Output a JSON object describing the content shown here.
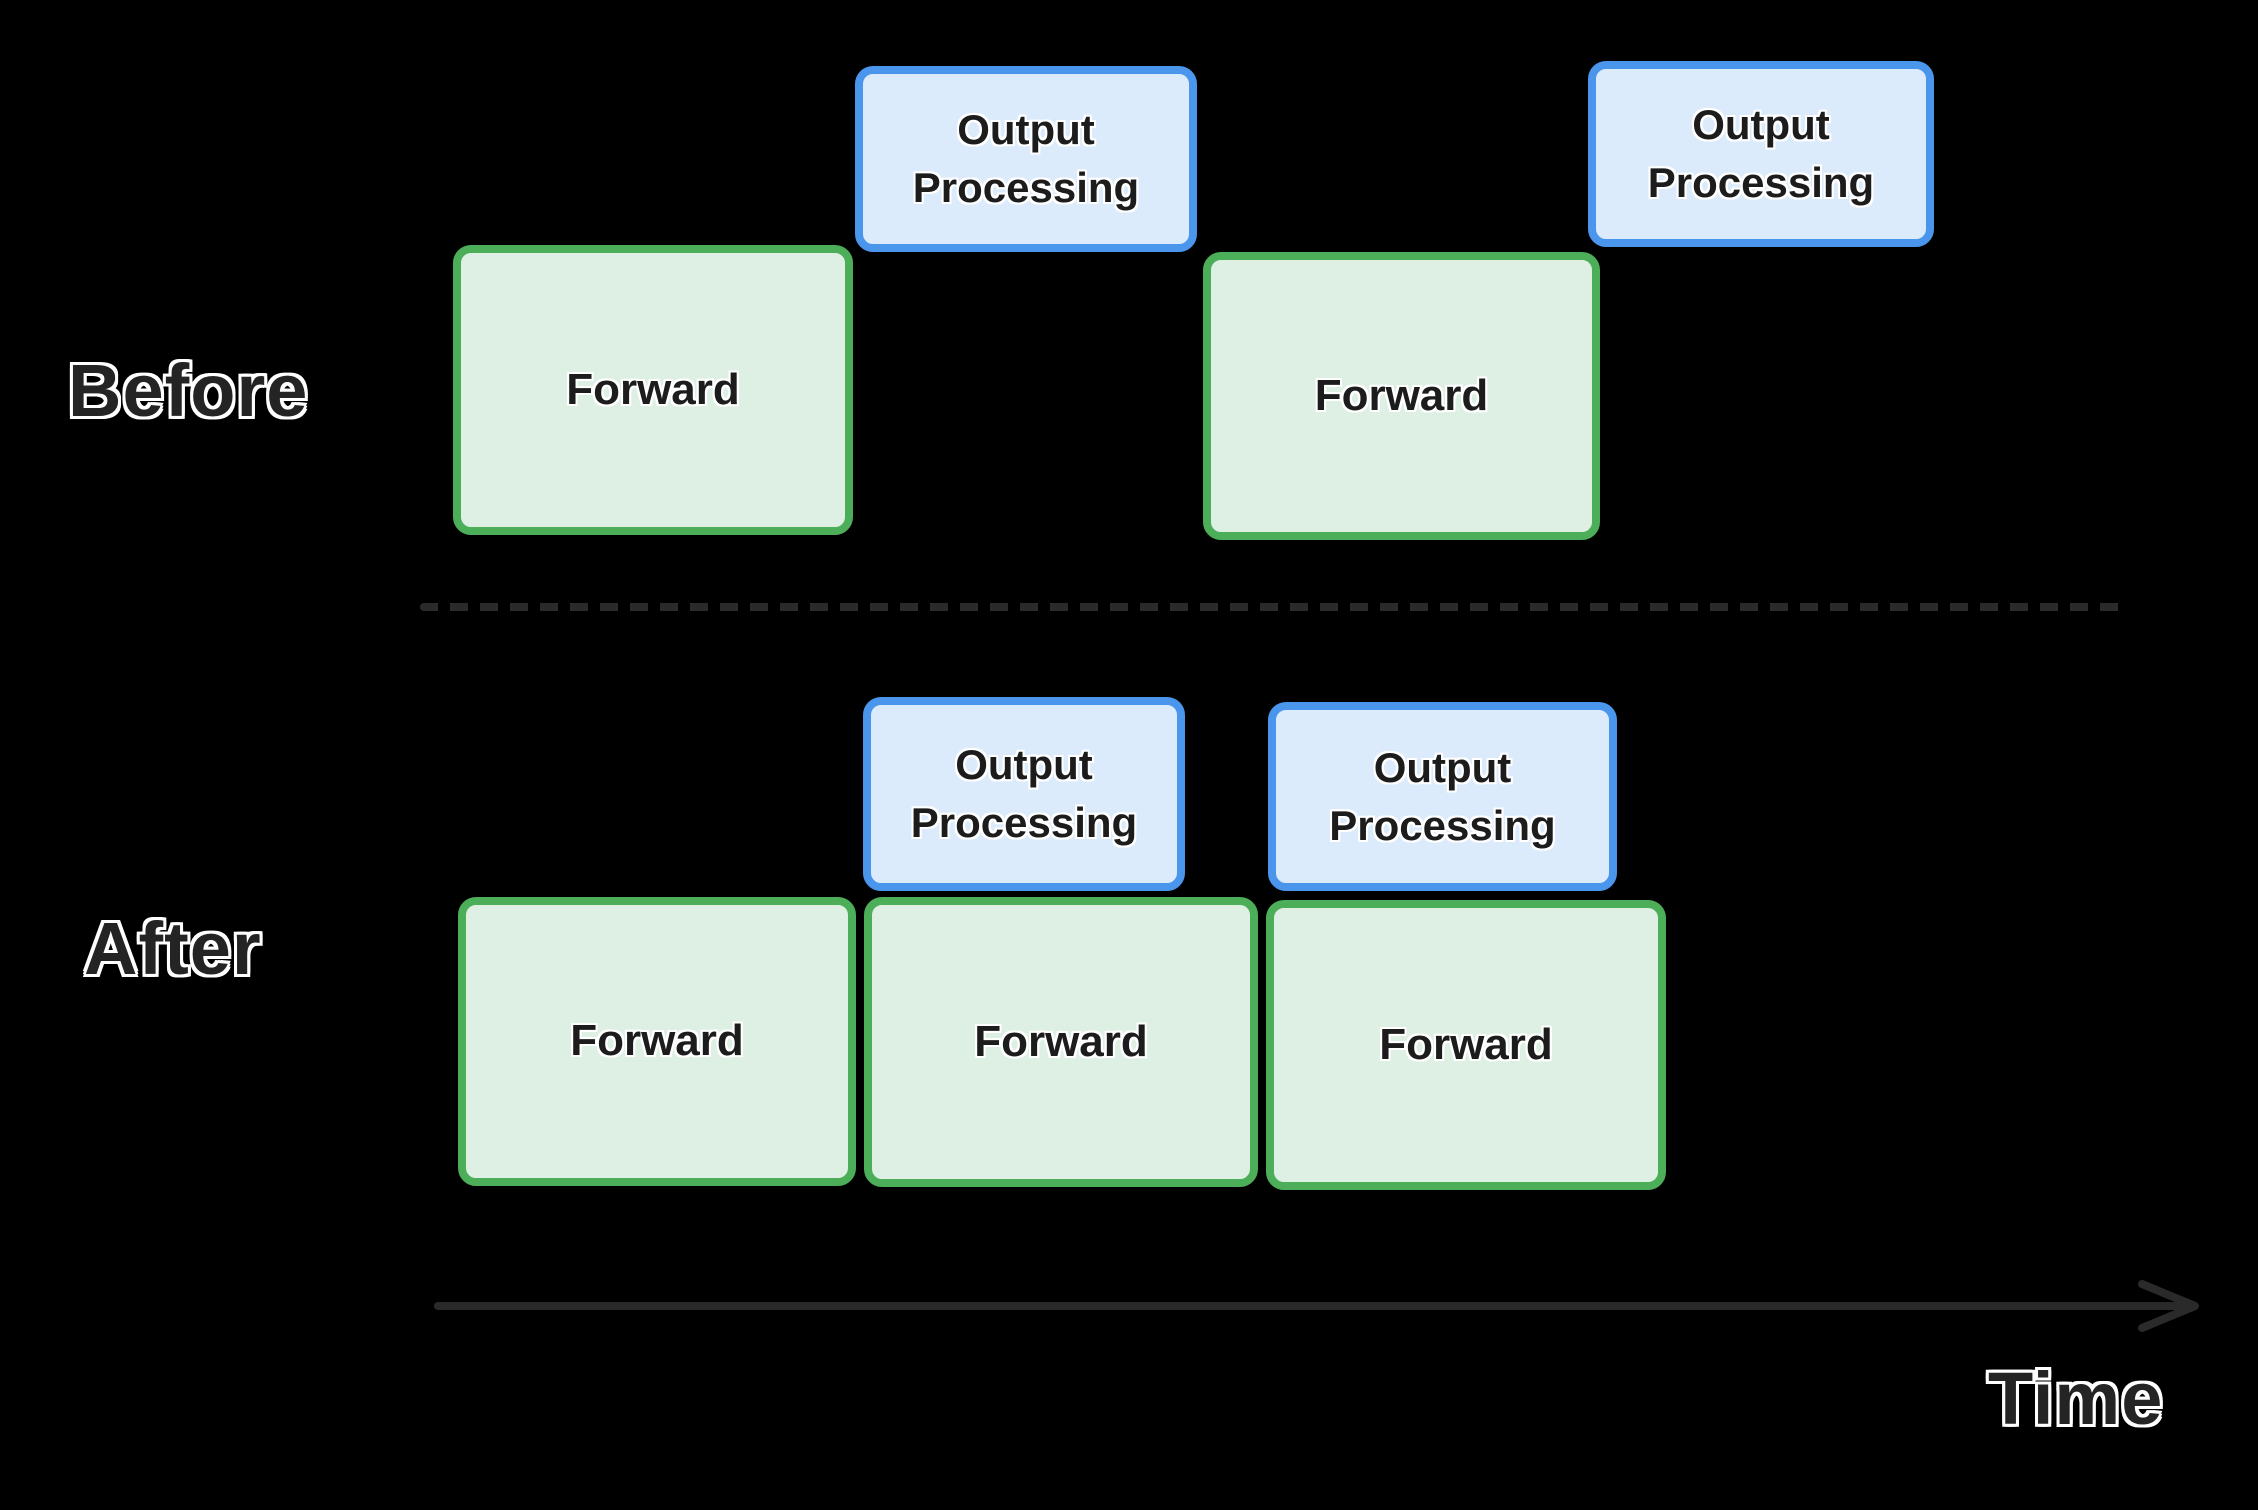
{
  "diagram": {
    "description": "Before/after timeline comparing serial forward passes with output processing versus overlapped execution",
    "colors": {
      "background": "#000000",
      "forward_border": "#4cae58",
      "forward_fill": "#def0e3",
      "output_border": "#4a96ec",
      "output_fill": "#dcebfb",
      "label_text": "#242424",
      "block_text": "#1c1c1c",
      "axis_line": "#2a2a2a"
    },
    "rows": {
      "before": {
        "label": "Before",
        "blocks": [
          {
            "kind": "forward",
            "label": "Forward"
          },
          {
            "kind": "output",
            "label": "Output Processing"
          },
          {
            "kind": "forward",
            "label": "Forward"
          },
          {
            "kind": "output",
            "label": "Output Processing"
          }
        ]
      },
      "after": {
        "label": "After",
        "blocks": [
          {
            "kind": "output",
            "label": "Output Processing"
          },
          {
            "kind": "output",
            "label": "Output Processing"
          },
          {
            "kind": "forward",
            "label": "Forward"
          },
          {
            "kind": "forward",
            "label": "Forward"
          },
          {
            "kind": "forward",
            "label": "Forward"
          }
        ]
      }
    },
    "axis": {
      "label": "Time"
    }
  }
}
